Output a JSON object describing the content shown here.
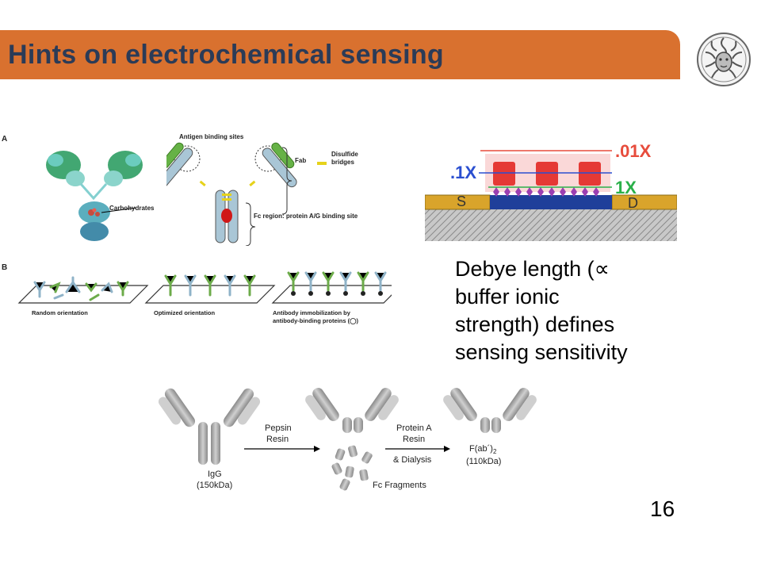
{
  "slide": {
    "title": "Hints on electrochemical sensing",
    "page_number": "16",
    "logo": "medusa-head-seal-icon"
  },
  "panel_a": {
    "letter": "A",
    "antigen_binding_sites": "Antigen binding sites",
    "disulfide_bridges_line1": "Disulfide",
    "disulfide_bridges_line2": "bridges",
    "fab": "Fab",
    "carbohydrates": "Carbohydrates",
    "fc_region": "Fc region: protein A/G binding site"
  },
  "panel_b": {
    "letter": "B",
    "random": "Random orientation",
    "optimized": "Optimized orientation",
    "immobilization_line1": "Antibody immobilization by",
    "immobilization_line2": "antibody-binding proteins (◯)"
  },
  "fet": {
    "label_01x": ".01X",
    "label_1x_left": ".1X",
    "label_1x_right": "1X",
    "source": "S",
    "drain": "D"
  },
  "debye_text": {
    "line1": "Debye length (∝",
    "line2": "buffer ionic",
    "line3": "strength) defines",
    "line4": "sensing sensitivity"
  },
  "digestion": {
    "igg": "IgG",
    "igg_mass": "(150kDa)",
    "pepsin_line1": "Pepsin",
    "pepsin_line2": "Resin",
    "protein_a_line1": "Protein A",
    "protein_a_line2": "Resin",
    "dialysis": "& Dialysis",
    "fab2": "F(ab´)",
    "fab2_sub": "2",
    "fab2_mass": "(110kDa)",
    "fc_fragments": "Fc Fragments"
  }
}
